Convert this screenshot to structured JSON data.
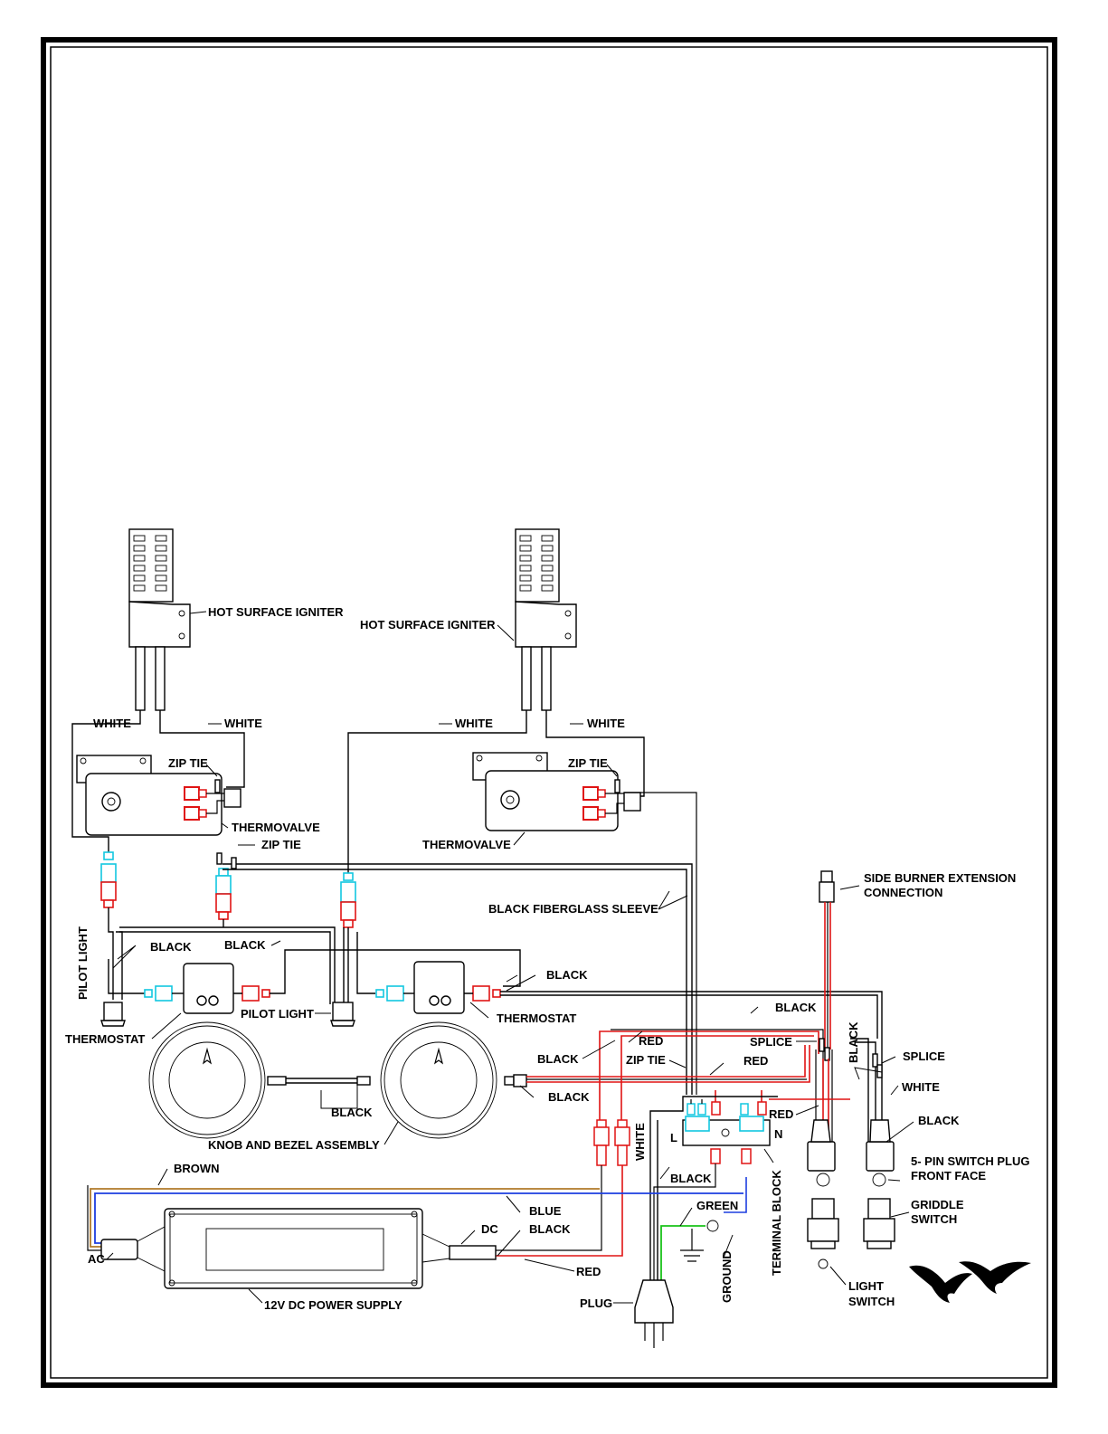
{
  "labels": {
    "hsi_left": "HOT SURFACE IGNITER",
    "hsi_right": "HOT SURFACE IGNITER",
    "white_1": "WHITE",
    "white_2": "WHITE",
    "white_3": "WHITE",
    "white_4": "WHITE",
    "ziptie_1": "ZIP TIE",
    "ziptie_2": "ZIP TIE",
    "ziptie_3": "ZIP TIE",
    "ziptie_4": "ZIP TIE",
    "thermovalve_1": "THERMOVALVE",
    "thermovalve_2": "THERMOVALVE",
    "black_fiberglass": "BLACK FIBERGLASS SLEEVE",
    "side_burner_1": "SIDE BURNER EXTENSION",
    "side_burner_2": "CONNECTION",
    "pilot_light_v": "PILOT LIGHT",
    "pilot_light_h": "PILOT LIGHT",
    "black_1": "BLACK",
    "black_2": "BLACK",
    "black_3": "BLACK",
    "black_4": "BLACK",
    "black_5": "BLACK",
    "black_6": "BLACK",
    "black_7": "BLACK",
    "black_8": "BLACK",
    "black_9": "BLACK",
    "black_10": "BLACK",
    "black_v": "BLACK",
    "thermostat_1": "THERMOSTAT",
    "thermostat_2": "THERMOSTAT",
    "red_1": "RED",
    "red_2": "RED",
    "red_3": "RED",
    "red_4": "RED",
    "splice_1": "SPLICE",
    "splice_2": "SPLICE",
    "white_5": "WHITE",
    "white_v": "WHITE",
    "knob_bezel": "KNOB AND BEZEL ASSEMBLY",
    "brown": "BROWN",
    "blue": "BLUE",
    "dc": "DC",
    "ac": "AC",
    "power_supply": "12V DC POWER SUPPLY",
    "green": "GREEN",
    "ground": "GROUND",
    "plug": "PLUG",
    "terminal_block": "TERMINAL BLOCK",
    "tb_l": "L",
    "tb_n": "N",
    "switch_plug_1": "5- PIN SWITCH PLUG",
    "switch_plug_2": "FRONT FACE",
    "griddle_1": "GRIDDLE",
    "griddle_2": "SWITCH",
    "light_1": "LIGHT",
    "light_2": "SWITCH"
  },
  "colors": {
    "red_wire": "#e01414",
    "cyan_connector": "#12c7e0",
    "blue_wire": "#1d3ee0",
    "brown_wire": "#b07a2a",
    "green_wire": "#19c219",
    "black_wire": "#000000"
  },
  "icons": [
    "eagle-logo-icon",
    "ground-symbol-icon",
    "plug-icon"
  ]
}
